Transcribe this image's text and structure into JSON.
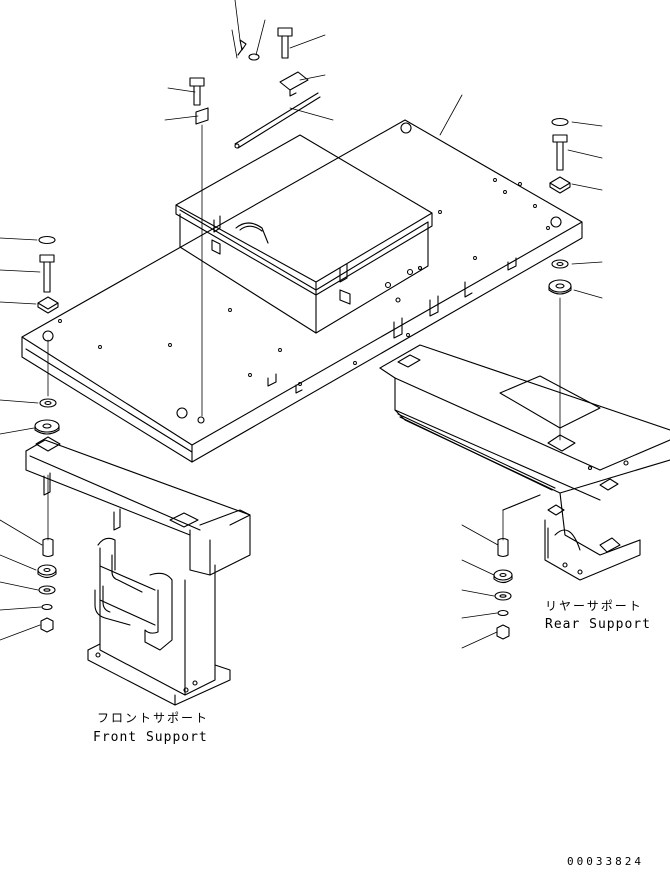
{
  "labels": {
    "front_support_jp": "フロントサポート",
    "front_support_en": "Front Support",
    "rear_support_jp": "リヤーサポート",
    "rear_support_en": "Rear Support",
    "drawing_code": "00033824"
  },
  "colors": {
    "line": "#000000",
    "background": "#ffffff"
  }
}
